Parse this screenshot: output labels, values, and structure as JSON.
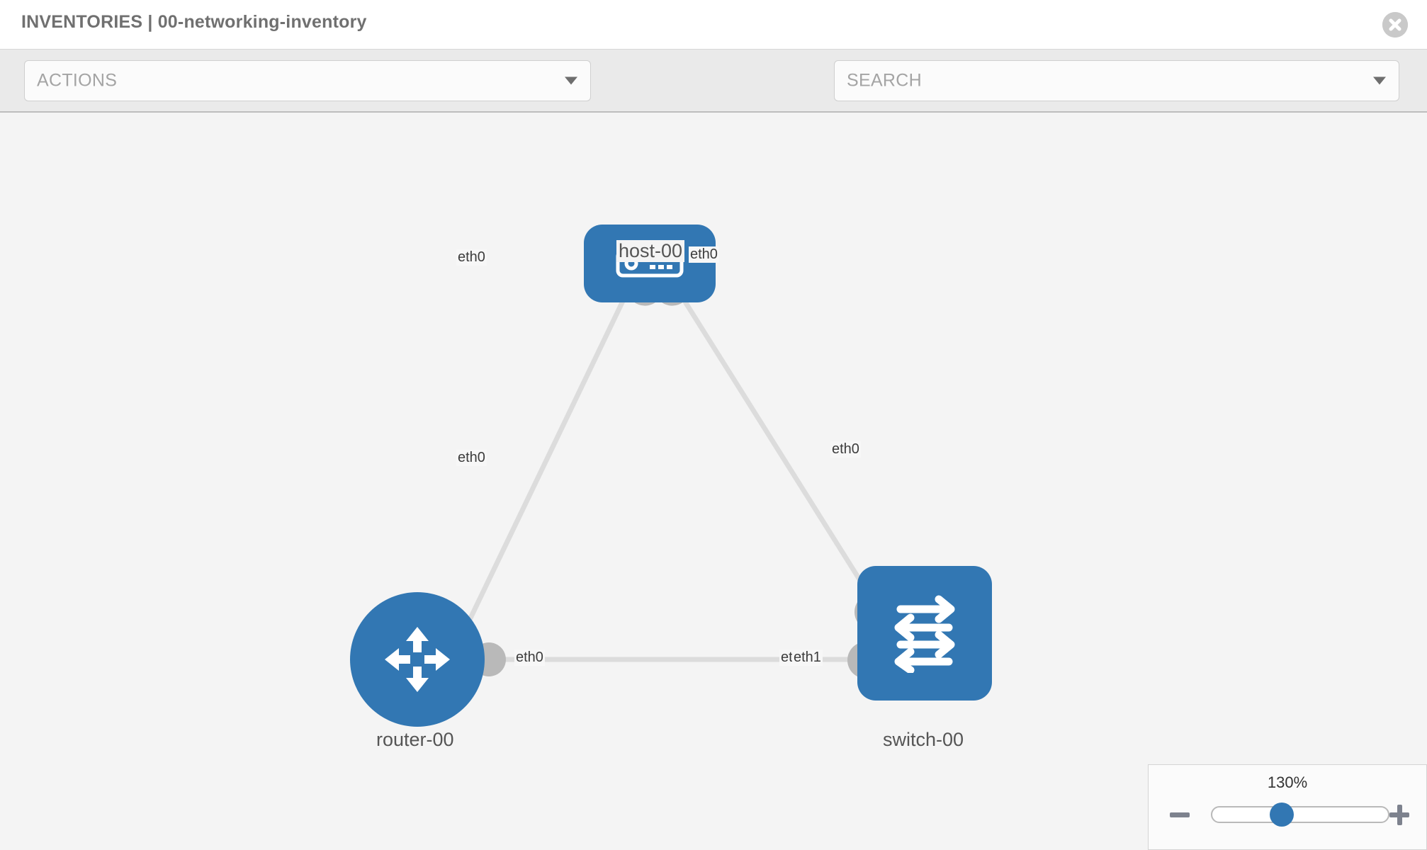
{
  "header": {
    "title": "INVENTORIES | 00-networking-inventory",
    "close_label": "close-icon"
  },
  "toolbar": {
    "actions_placeholder": "ACTIONS",
    "search_placeholder": "SEARCH",
    "wrench_icon": "wrench-icon",
    "key_icon": "key-icon"
  },
  "topology": {
    "nodes": [
      {
        "id": "host-00",
        "label": "host-00",
        "type": "host",
        "shape": "rounded-rect",
        "color": "#3277b3"
      },
      {
        "id": "router-00",
        "label": "router-00",
        "type": "router",
        "shape": "circle",
        "color": "#3277b3"
      },
      {
        "id": "switch-00",
        "label": "switch-00",
        "type": "switch",
        "shape": "rounded-rect",
        "color": "#3277b3"
      }
    ],
    "links": [
      {
        "from": "host-00",
        "to": "router-00",
        "from_port": "eth0",
        "to_port": "eth0"
      },
      {
        "from": "host-00",
        "to": "switch-00",
        "from_port": "eth0",
        "to_port": "eth0"
      },
      {
        "from": "router-00",
        "to": "switch-00",
        "from_port": "eth0",
        "to_port": "eth1"
      }
    ],
    "port_labels": {
      "host_left": "eth0",
      "host_right": "eth0",
      "router_up": "eth0",
      "switch_up": "eth0",
      "router_right": "eth0",
      "switch_left_under": "eth0",
      "switch_left": "eth1"
    },
    "link_color": "#dcdcdc",
    "connector_color": "#b9b9b9"
  },
  "zoom_control": {
    "level": "130%",
    "minus_label": "zoom-out",
    "plus_label": "zoom-in"
  }
}
